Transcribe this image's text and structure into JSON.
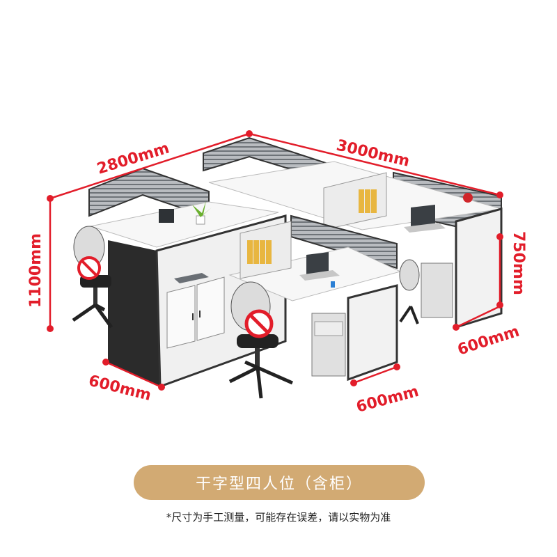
{
  "dimensions": {
    "width_left": "2800mm",
    "width_right": "3000mm",
    "height_total": "1100mm",
    "height_desk": "750mm",
    "depth_left": "600mm",
    "depth_middle": "600mm",
    "depth_right": "600mm"
  },
  "product": {
    "title": "干字型四人位（含柜）",
    "note": "*尺寸为手工测量，可能存在误差，请以实物为准"
  },
  "colors": {
    "dimension_red": "#e21d2a",
    "badge_gold": "#d2aa73",
    "cabinet_black": "#2b2b2b",
    "desktop_white": "#f7f7f7"
  }
}
